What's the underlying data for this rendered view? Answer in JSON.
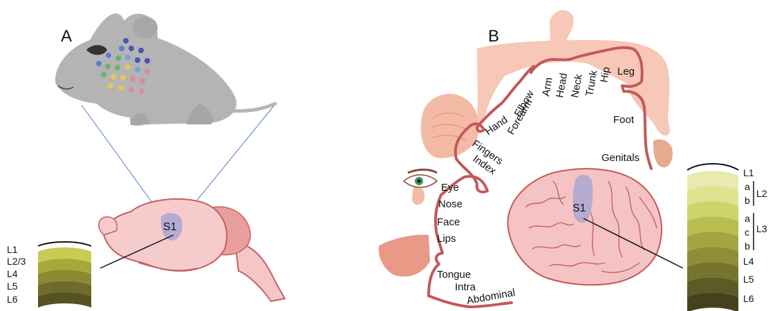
{
  "panel_a": {
    "label": "A",
    "region_label": "S1",
    "layers": [
      "L1",
      "L2/3",
      "L4",
      "L5",
      "L6"
    ],
    "layer_colors": [
      "#c9cc52",
      "#a8a83a",
      "#8c8a30",
      "#706b2a",
      "#575222"
    ],
    "whisker_colors": [
      "#5b7fd0",
      "#4a55a8",
      "#6bb36b",
      "#e8c65a",
      "#d98aa2",
      "#6fa7d8"
    ]
  },
  "panel_b": {
    "label": "B",
    "region_label": "S1",
    "homunculus_labels": {
      "leg": "Leg",
      "hip": "Hip",
      "trunk": "Trunk",
      "neck": "Neck",
      "head": "Head",
      "arm": "Arm",
      "elbow": "Elbow",
      "forearm": "Forearm",
      "hand": "Hand",
      "fingers": "Fingers",
      "index": "Index",
      "foot": "Foot",
      "genitals": "Genitals",
      "eye": "Eye",
      "nose": "Nose",
      "face": "Face",
      "lips": "Lips",
      "tongue": "Tongue",
      "intra": "Intra",
      "abdominal": "Abdominal"
    },
    "layers": [
      "L1",
      "a",
      "b",
      "a",
      "c",
      "b",
      "L4",
      "L5",
      "L6"
    ],
    "layer_groups": [
      "L2",
      "L3"
    ],
    "layer_colors": [
      "#e8eab0",
      "#dfe28e",
      "#cfd46a",
      "#b9bd4e",
      "#a3a640",
      "#8d8e36",
      "#76742e",
      "#5e5a26",
      "#46411d"
    ]
  }
}
